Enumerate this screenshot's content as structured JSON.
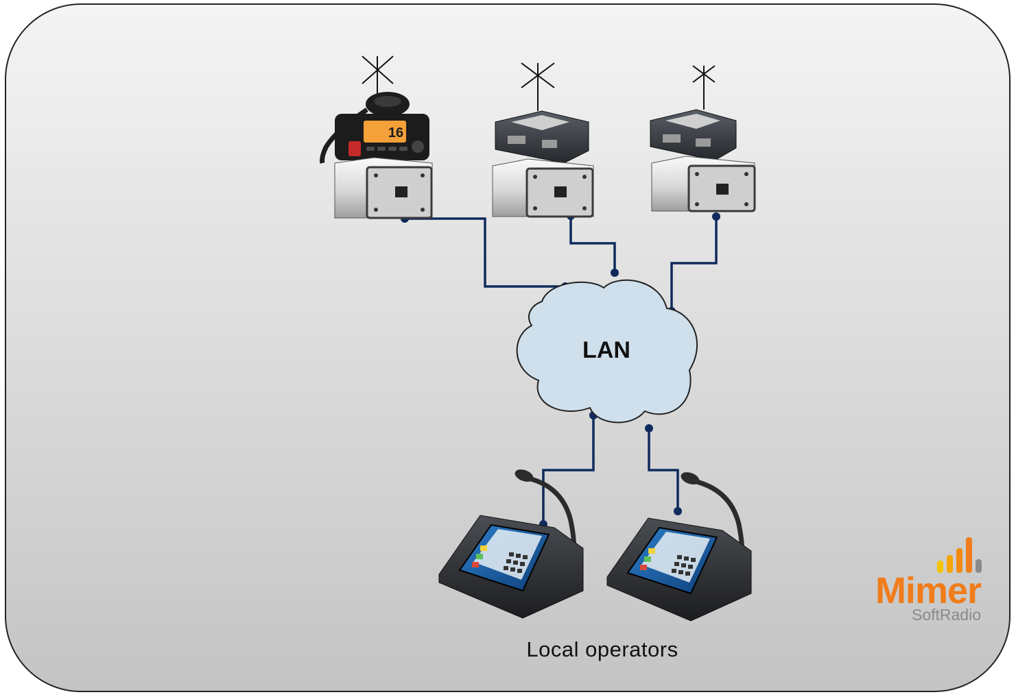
{
  "diagram": {
    "cloud_label": "LAN",
    "caption": "Local operators",
    "radio_display_channel": "16"
  },
  "logo": {
    "name": "Mimer",
    "tagline": "SoftRadio"
  },
  "colors": {
    "background_top": "#f4f4f4",
    "background_bottom": "#c4c4c4",
    "cloud_fill": "#cfe0ec",
    "cable": "#0f2a5c",
    "logo_orange": "#f07c1b",
    "logo_grey": "#8a8a8a"
  },
  "nodes": [
    {
      "name": "marine-radio",
      "kind": "vhf-radio-with-interface"
    },
    {
      "name": "radio-module-1",
      "kind": "radio-module-with-interface"
    },
    {
      "name": "radio-module-2",
      "kind": "radio-module-with-interface"
    },
    {
      "name": "operator-console-1",
      "kind": "desk-console"
    },
    {
      "name": "operator-console-2",
      "kind": "desk-console"
    }
  ]
}
